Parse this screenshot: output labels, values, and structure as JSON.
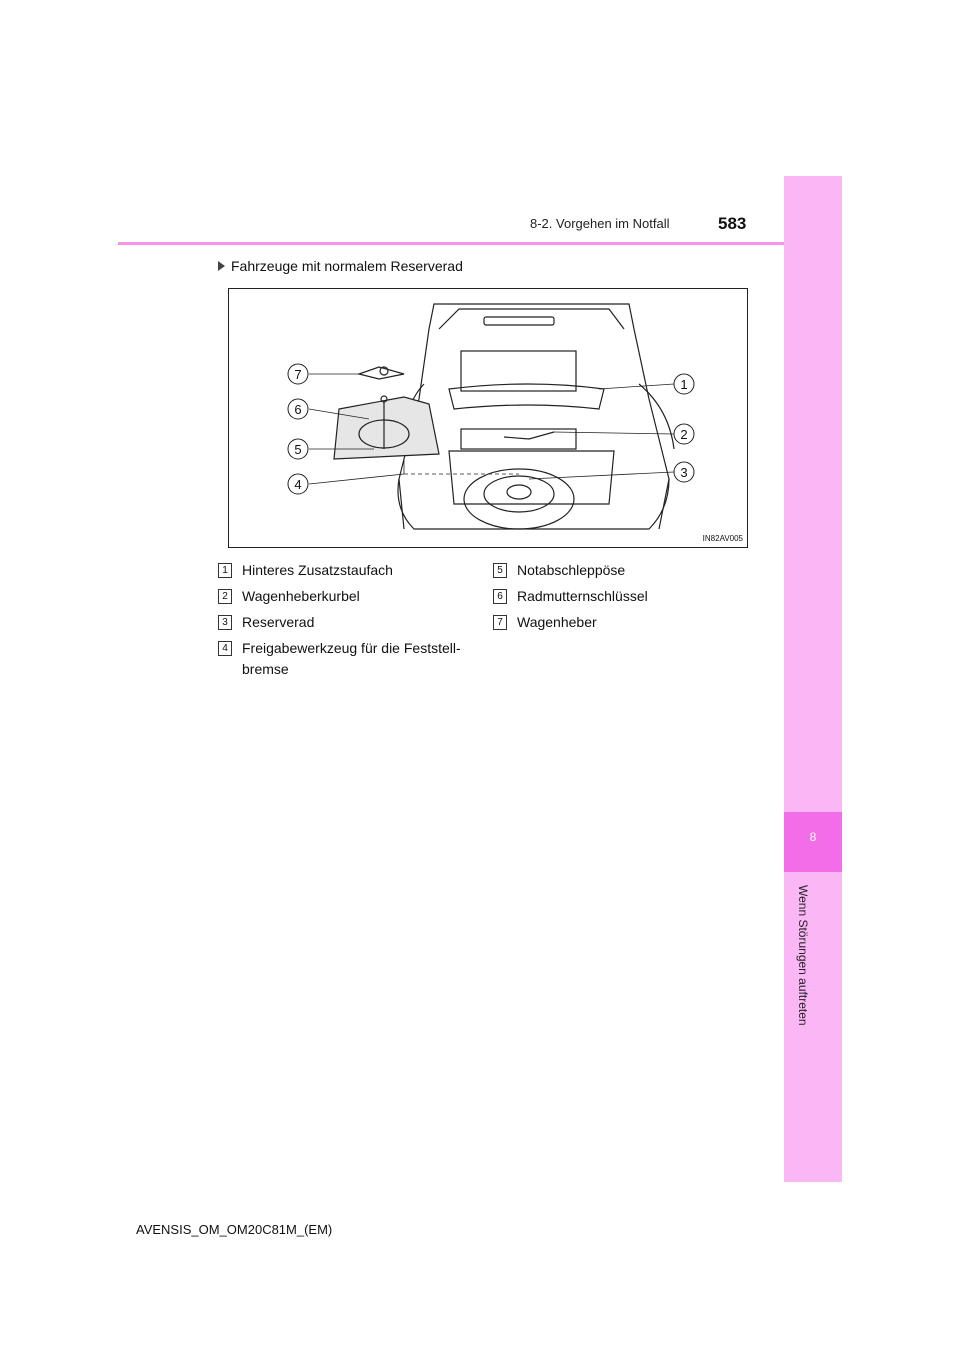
{
  "header": {
    "section": "8-2. Vorgehen im Notfall",
    "page_number": "583"
  },
  "sidebar": {
    "chapter_number": "8",
    "chapter_title": "Wenn Störungen auftreten"
  },
  "subheading": "Fahrzeuge mit normalem Reserverad",
  "figure": {
    "code": "IN82AV005",
    "callouts": [
      "1",
      "2",
      "3",
      "4",
      "5",
      "6",
      "7"
    ]
  },
  "legend": [
    {
      "num": "1",
      "text": "Hinteres Zusatzstaufach"
    },
    {
      "num": "2",
      "text": "Wagenheberkurbel"
    },
    {
      "num": "3",
      "text": "Reserverad"
    },
    {
      "num": "4",
      "text": "Freigabewerkzeug für die Feststell-",
      "text2": "bremse"
    },
    {
      "num": "5",
      "text": "Notabschleppöse"
    },
    {
      "num": "6",
      "text": "Radmutternschlüssel"
    },
    {
      "num": "7",
      "text": "Wagenheber"
    }
  ],
  "footer": "AVENSIS_OM_OM20C81M_(EM)",
  "colors": {
    "sidebar": "#fbb7f5",
    "sidebar_tab": "#f26de7",
    "header_rule": "#f495e9"
  }
}
